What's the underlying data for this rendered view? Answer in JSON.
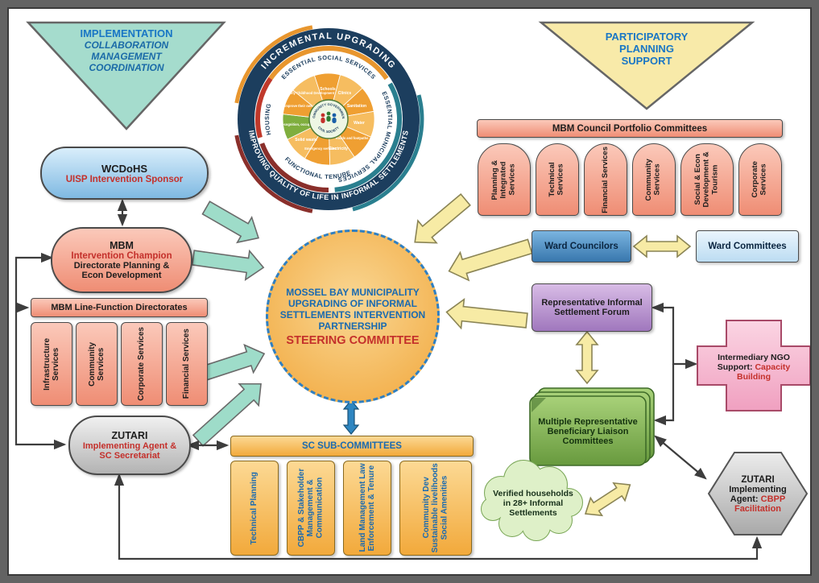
{
  "triangle_left": {
    "line1": "IMPLEMENTATION",
    "line2": "COLLABORATION",
    "line3": "MANAGEMENT",
    "line4": "COORDINATION"
  },
  "triangle_right": {
    "line1": "PARTICIPATORY",
    "line2": "PLANNING",
    "line3": "SUPPORT"
  },
  "wheel": {
    "ring_top": "INCREMENTAL UPGRADING",
    "ring_bottom": "IMPROVING QUALITY OF LIFE IN INFORMAL SETTLEMENTS",
    "segment_top": "ESSENTIAL SOCIAL SERVICES",
    "segment_right": "ESSENTIAL MUNICIPAL SERVICES",
    "segment_bottom": "FUNCTIONAL TENURE",
    "segment_left": "HOUSING",
    "sectors": [
      "Schools",
      "Clinics",
      "Sanitation",
      "Water",
      "Roads and footpaths",
      "Electricity",
      "Emergency services",
      "Solid waste",
      "By municipal recognition, occupation certificates",
      "People improve their own housing",
      "Early Childhood Development"
    ],
    "center_top": "COMMUNITY GOVERNMENT",
    "center_bottom": "CIVIL SOCIETY"
  },
  "sponsor": {
    "title": "WCDoHS",
    "subtitle": "UISP Intervention Sponsor"
  },
  "champion": {
    "title": "MBM",
    "line2": "Intervention Champion",
    "line3": "Directorate Planning &",
    "line4": "Econ Development"
  },
  "directorates": {
    "header": "MBM Line-Function Directorates",
    "items": [
      "Infrastructure Services",
      "Community Services",
      "Corporate Services",
      "Financial Services"
    ]
  },
  "zutari_left": {
    "title": "ZUTARI",
    "line2": "Implementing Agent &",
    "line3": "SC Secretariat"
  },
  "steering": {
    "line1": "MOSSEL BAY MUNICIPALITY",
    "line2": "UPGRADING OF INFORMAL",
    "line3": "SETTLEMENTS INTERVENTION",
    "line4": "PARTNERSHIP",
    "line5": "STEERING COMMITTEE"
  },
  "subcommittees": {
    "header": "SC SUB-COMMITTEES",
    "items": [
      "Technical Planning",
      "CBPP & Stakeholder Management & Communication",
      "Land Management Law Enforcement & Tenure",
      "Community Dev Sustainable livelihoods Social Amenities"
    ]
  },
  "portfolio": {
    "header": "MBM Council Portfolio Committees",
    "items": [
      "Planning & Integrated Services",
      "Technical Services",
      "Financial Services",
      "Community Services",
      "Social & Econ Development & Tourism",
      "Corporate Services"
    ]
  },
  "ward": {
    "councilors": "Ward Councilors",
    "committees": "Ward Committees"
  },
  "forum": {
    "label": "Representative Informal Settlement Forum"
  },
  "ngo": {
    "line1": "Intermediary NGO",
    "line2_black": "Support:",
    "line2_red": "Capacity",
    "line3_red": "Building"
  },
  "liaison": {
    "label": "Multiple Representative Beneficiary Liaison Committees"
  },
  "cloud": {
    "label": "Verified households in 28+ Informal Settlements"
  },
  "zutari_right": {
    "line1": "ZUTARI",
    "line2": "Implementing",
    "line3_black": "Agent:",
    "line3_red": "CBPP",
    "line4_red": "Facilitation"
  },
  "colors": {
    "teal_arrow": "#9edcc9",
    "yellow_arrow": "#f7eba5",
    "navy_ring": "#1c3e5e",
    "accent_blue": "#1a6ab0",
    "accent_red": "#c4302b"
  }
}
